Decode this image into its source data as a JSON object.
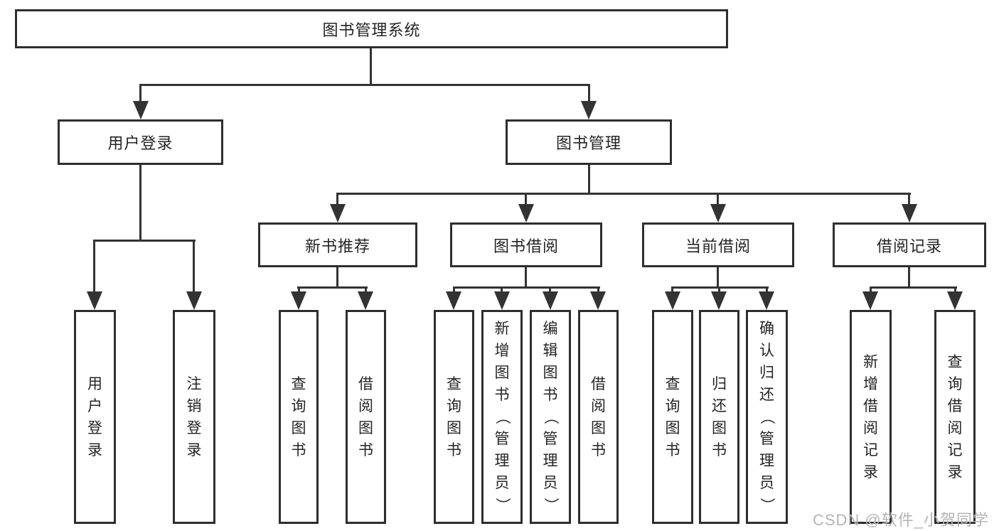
{
  "colors": {
    "line": "#333333",
    "border": "#2e2e2e",
    "text": "#242424",
    "watermark": "#b5b5b5",
    "background": "#ffffff"
  },
  "watermark": {
    "text": "CSDN @软件_小贺同学"
  },
  "tree": {
    "label": "图书管理系统",
    "children": [
      {
        "label": "用户登录",
        "children": [
          {
            "label": "用户登录"
          },
          {
            "label": "注销登录"
          }
        ]
      },
      {
        "label": "图书管理",
        "children": [
          {
            "label": "新书推荐",
            "children": [
              {
                "label": "查询图书"
              },
              {
                "label": "借阅图书"
              }
            ]
          },
          {
            "label": "图书借阅",
            "children": [
              {
                "label": "查询图书"
              },
              {
                "label": "新增图书（管理员）"
              },
              {
                "label": "编辑图书（管理员）"
              },
              {
                "label": "借阅图书"
              }
            ]
          },
          {
            "label": "当前借阅",
            "children": [
              {
                "label": "查询图书"
              },
              {
                "label": "归还图书"
              },
              {
                "label": "确认归还（管理员）"
              }
            ]
          },
          {
            "label": "借阅记录",
            "children": [
              {
                "label": "新增借阅记录"
              },
              {
                "label": "查询借阅记录"
              }
            ]
          }
        ]
      }
    ]
  }
}
